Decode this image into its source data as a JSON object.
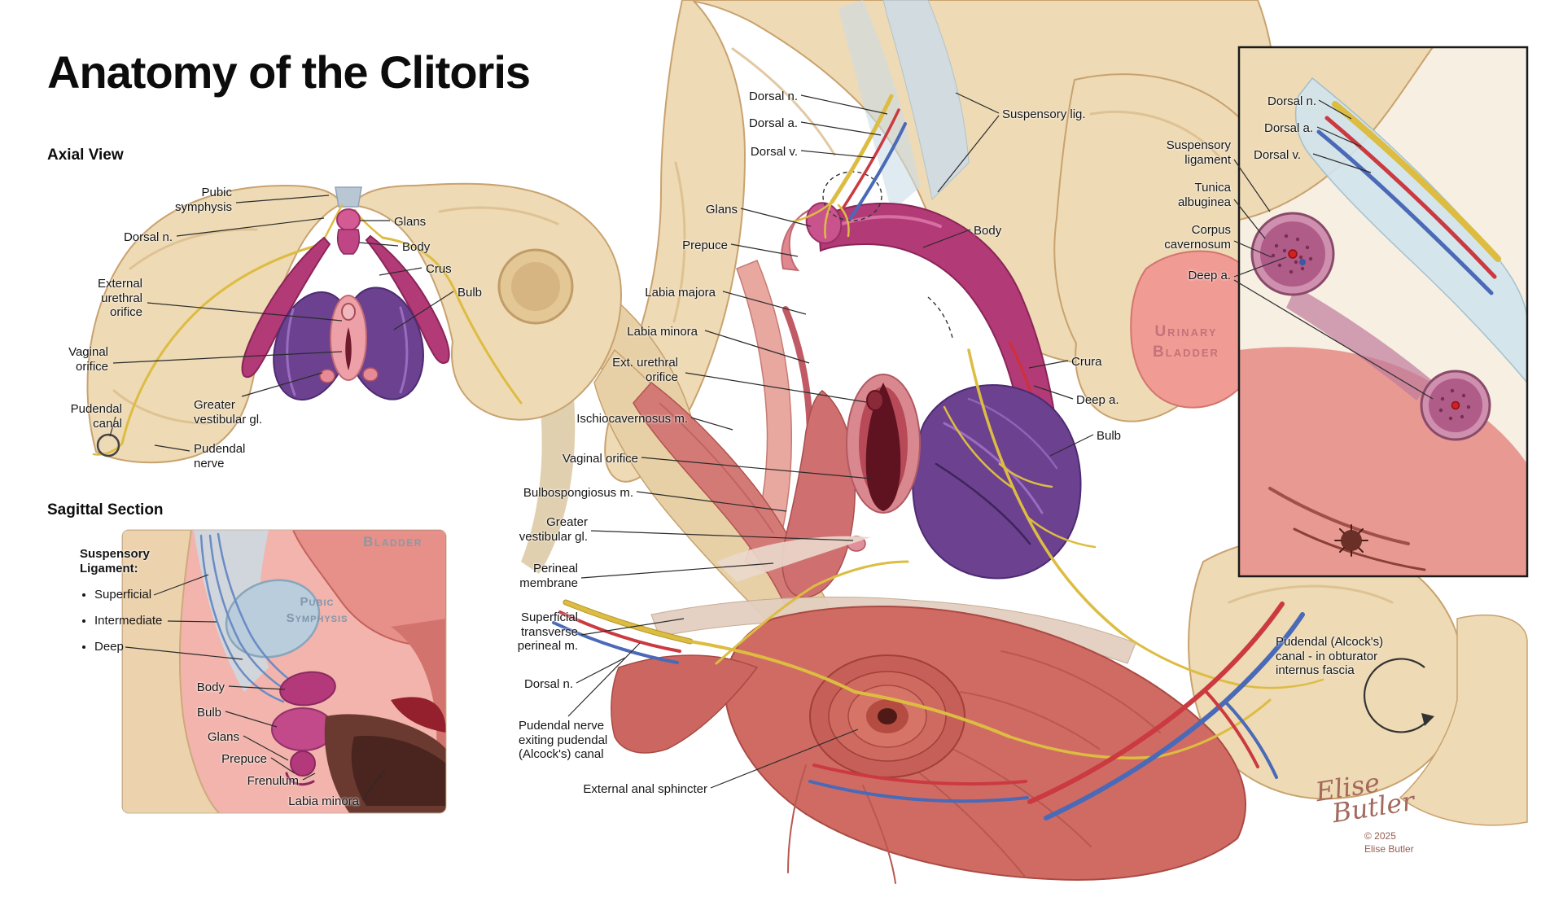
{
  "title": "Anatomy of the Clitoris",
  "axial": {
    "heading": "Axial View",
    "labels": {
      "pubic_symphysis": "Pubic symphysis",
      "dorsal_n": "Dorsal n.",
      "external_urethral_orifice": "External urethral orifice",
      "vaginal_orifice": "Vaginal orifice",
      "pudendal_canal": "Pudendal canal",
      "glans": "Glans",
      "body": "Body",
      "crus": "Crus",
      "bulb": "Bulb",
      "greater_vestibular_gl": "Greater vestibular gl.",
      "pudendal_nerve": "Pudendal nerve"
    }
  },
  "sagittal": {
    "heading": "Sagittal Section",
    "ligament_heading": "Suspensory Ligament:",
    "ligament_items": [
      "Superficial",
      "Intermediate",
      "Deep"
    ],
    "labels": {
      "body": "Body",
      "bulb": "Bulb",
      "glans": "Glans",
      "prepuce": "Prepuce",
      "frenulum": "Frenulum",
      "labia_minora": "Labia minora"
    },
    "embedded": {
      "bladder": "Bladder",
      "pubic_symphysis": "Pubic Symphysis"
    }
  },
  "main": {
    "left_labels": {
      "dorsal_n": "Dorsal n.",
      "dorsal_a": "Dorsal a.",
      "dorsal_v": "Dorsal v.",
      "glans": "Glans",
      "prepuce": "Prepuce",
      "labia_majora": "Labia majora",
      "labia_minora": "Labia minora",
      "ext_urethral_orifice": "Ext. urethral orifice",
      "ischiocavernosus_m": "Ischiocavernosus m.",
      "vaginal_orifice": "Vaginal orifice",
      "bulbospongiosus_m": "Bulbospongiosus m.",
      "greater_vestibular_gl": "Greater vestibular gl.",
      "perineal_membrane": "Perineal membrane",
      "superficial_transverse_perineal_m": "Superficial transverse perineal m.",
      "dorsal_n_2": "Dorsal n.",
      "pudendal_nerve_exiting": "Pudendal nerve exiting pudendal (Alcock's) canal",
      "external_anal_sphincter": "External anal sphincter"
    },
    "right_labels": {
      "suspensory_lig": "Suspensory lig.",
      "body": "Body",
      "crura": "Crura",
      "deep_a": "Deep a.",
      "bulb": "Bulb"
    },
    "embedded": {
      "urinary_bladder": "Urinary Bladder"
    }
  },
  "inset": {
    "labels": {
      "dorsal_n": "Dorsal n.",
      "dorsal_a": "Dorsal a.",
      "dorsal_v": "Dorsal v.",
      "suspensory_ligament": "Suspensory ligament",
      "tunica_albuginea": "Tunica albuginea",
      "corpus_cavernosum": "Corpus cavernosum",
      "deep_a": "Deep a."
    }
  },
  "annotations": {
    "pudendal_canal_note": "Pudendal (Alcock's) canal - in obturator internus fascia"
  },
  "signature": {
    "name_line1": "Elise",
    "name_line2": "Butler",
    "copyright": "© 2025",
    "artist": "Elise Butler"
  },
  "colors": {
    "bone": "#eedab4",
    "erectile_magenta": "#b23a76",
    "bulb_purple": "#6b4190",
    "nerve_yellow": "#ddbc42",
    "artery_red": "#cb3a40",
    "vein_blue": "#4a6ab8",
    "muscle_red": "#d06b63",
    "bladder_pink": "#f09b94",
    "fascia_blue": "#d2e4ee"
  }
}
